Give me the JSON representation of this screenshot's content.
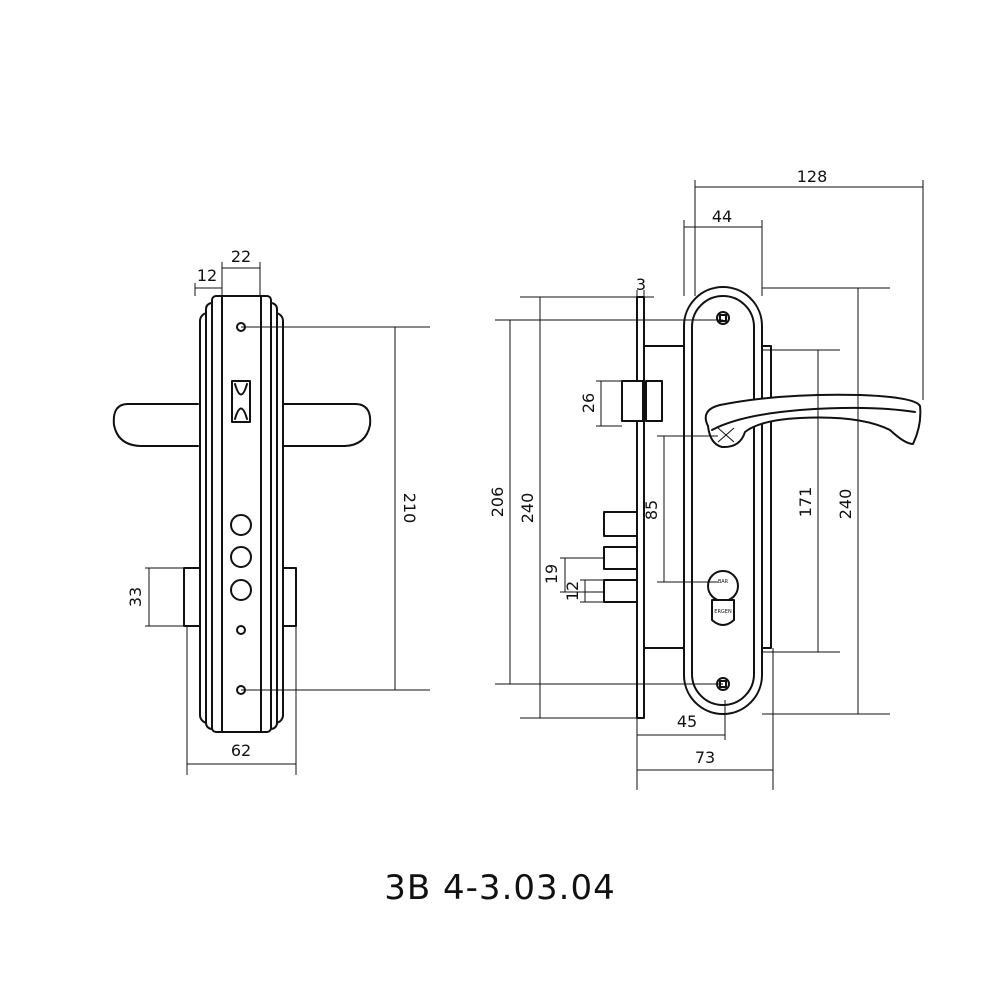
{
  "model": "3В 4-3.03.04",
  "dimensions": {
    "front": {
      "offset_12": "12",
      "width_22": "22",
      "height_210": "210",
      "spindle_33": "33",
      "width_62": "62"
    },
    "side": {
      "plate_3": "3",
      "backset_44": "44",
      "overall_128": "128",
      "latch_26": "26",
      "handle_to_cyl_85": "85",
      "bolt_19": "19",
      "bolt_12": "12",
      "faceplate_206": "206",
      "faceplate_240": "240",
      "pad_171": "171",
      "pad_240": "240",
      "depth_45": "45",
      "depth_73": "73"
    }
  },
  "cylinder_marks": [
    "BAR",
    "ERGEN"
  ]
}
